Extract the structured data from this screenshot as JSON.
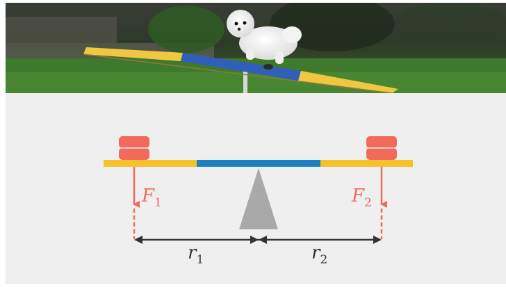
{
  "photo": {
    "subject": "dog-on-seesaw",
    "colors": {
      "plank_yellow": "#f0c840",
      "plank_blue": "#2f5fb8",
      "grass": "#3f6b2a",
      "sky_dark": "#2a2f2a"
    }
  },
  "diagram": {
    "colors": {
      "panel_bg": "#efefef",
      "beam_yellow": "#f4c22a",
      "beam_blue": "#1e7fbf",
      "weight": "#f26a5a",
      "force": "#f26a5a",
      "fulcrum": "#a9a9a9",
      "dimension": "#333333"
    },
    "labels": {
      "force_left": "F",
      "force_left_sub": "1",
      "force_right": "F",
      "force_right_sub": "2",
      "arm_left": "r",
      "arm_left_sub": "1",
      "arm_right": "r",
      "arm_right_sub": "2"
    }
  }
}
